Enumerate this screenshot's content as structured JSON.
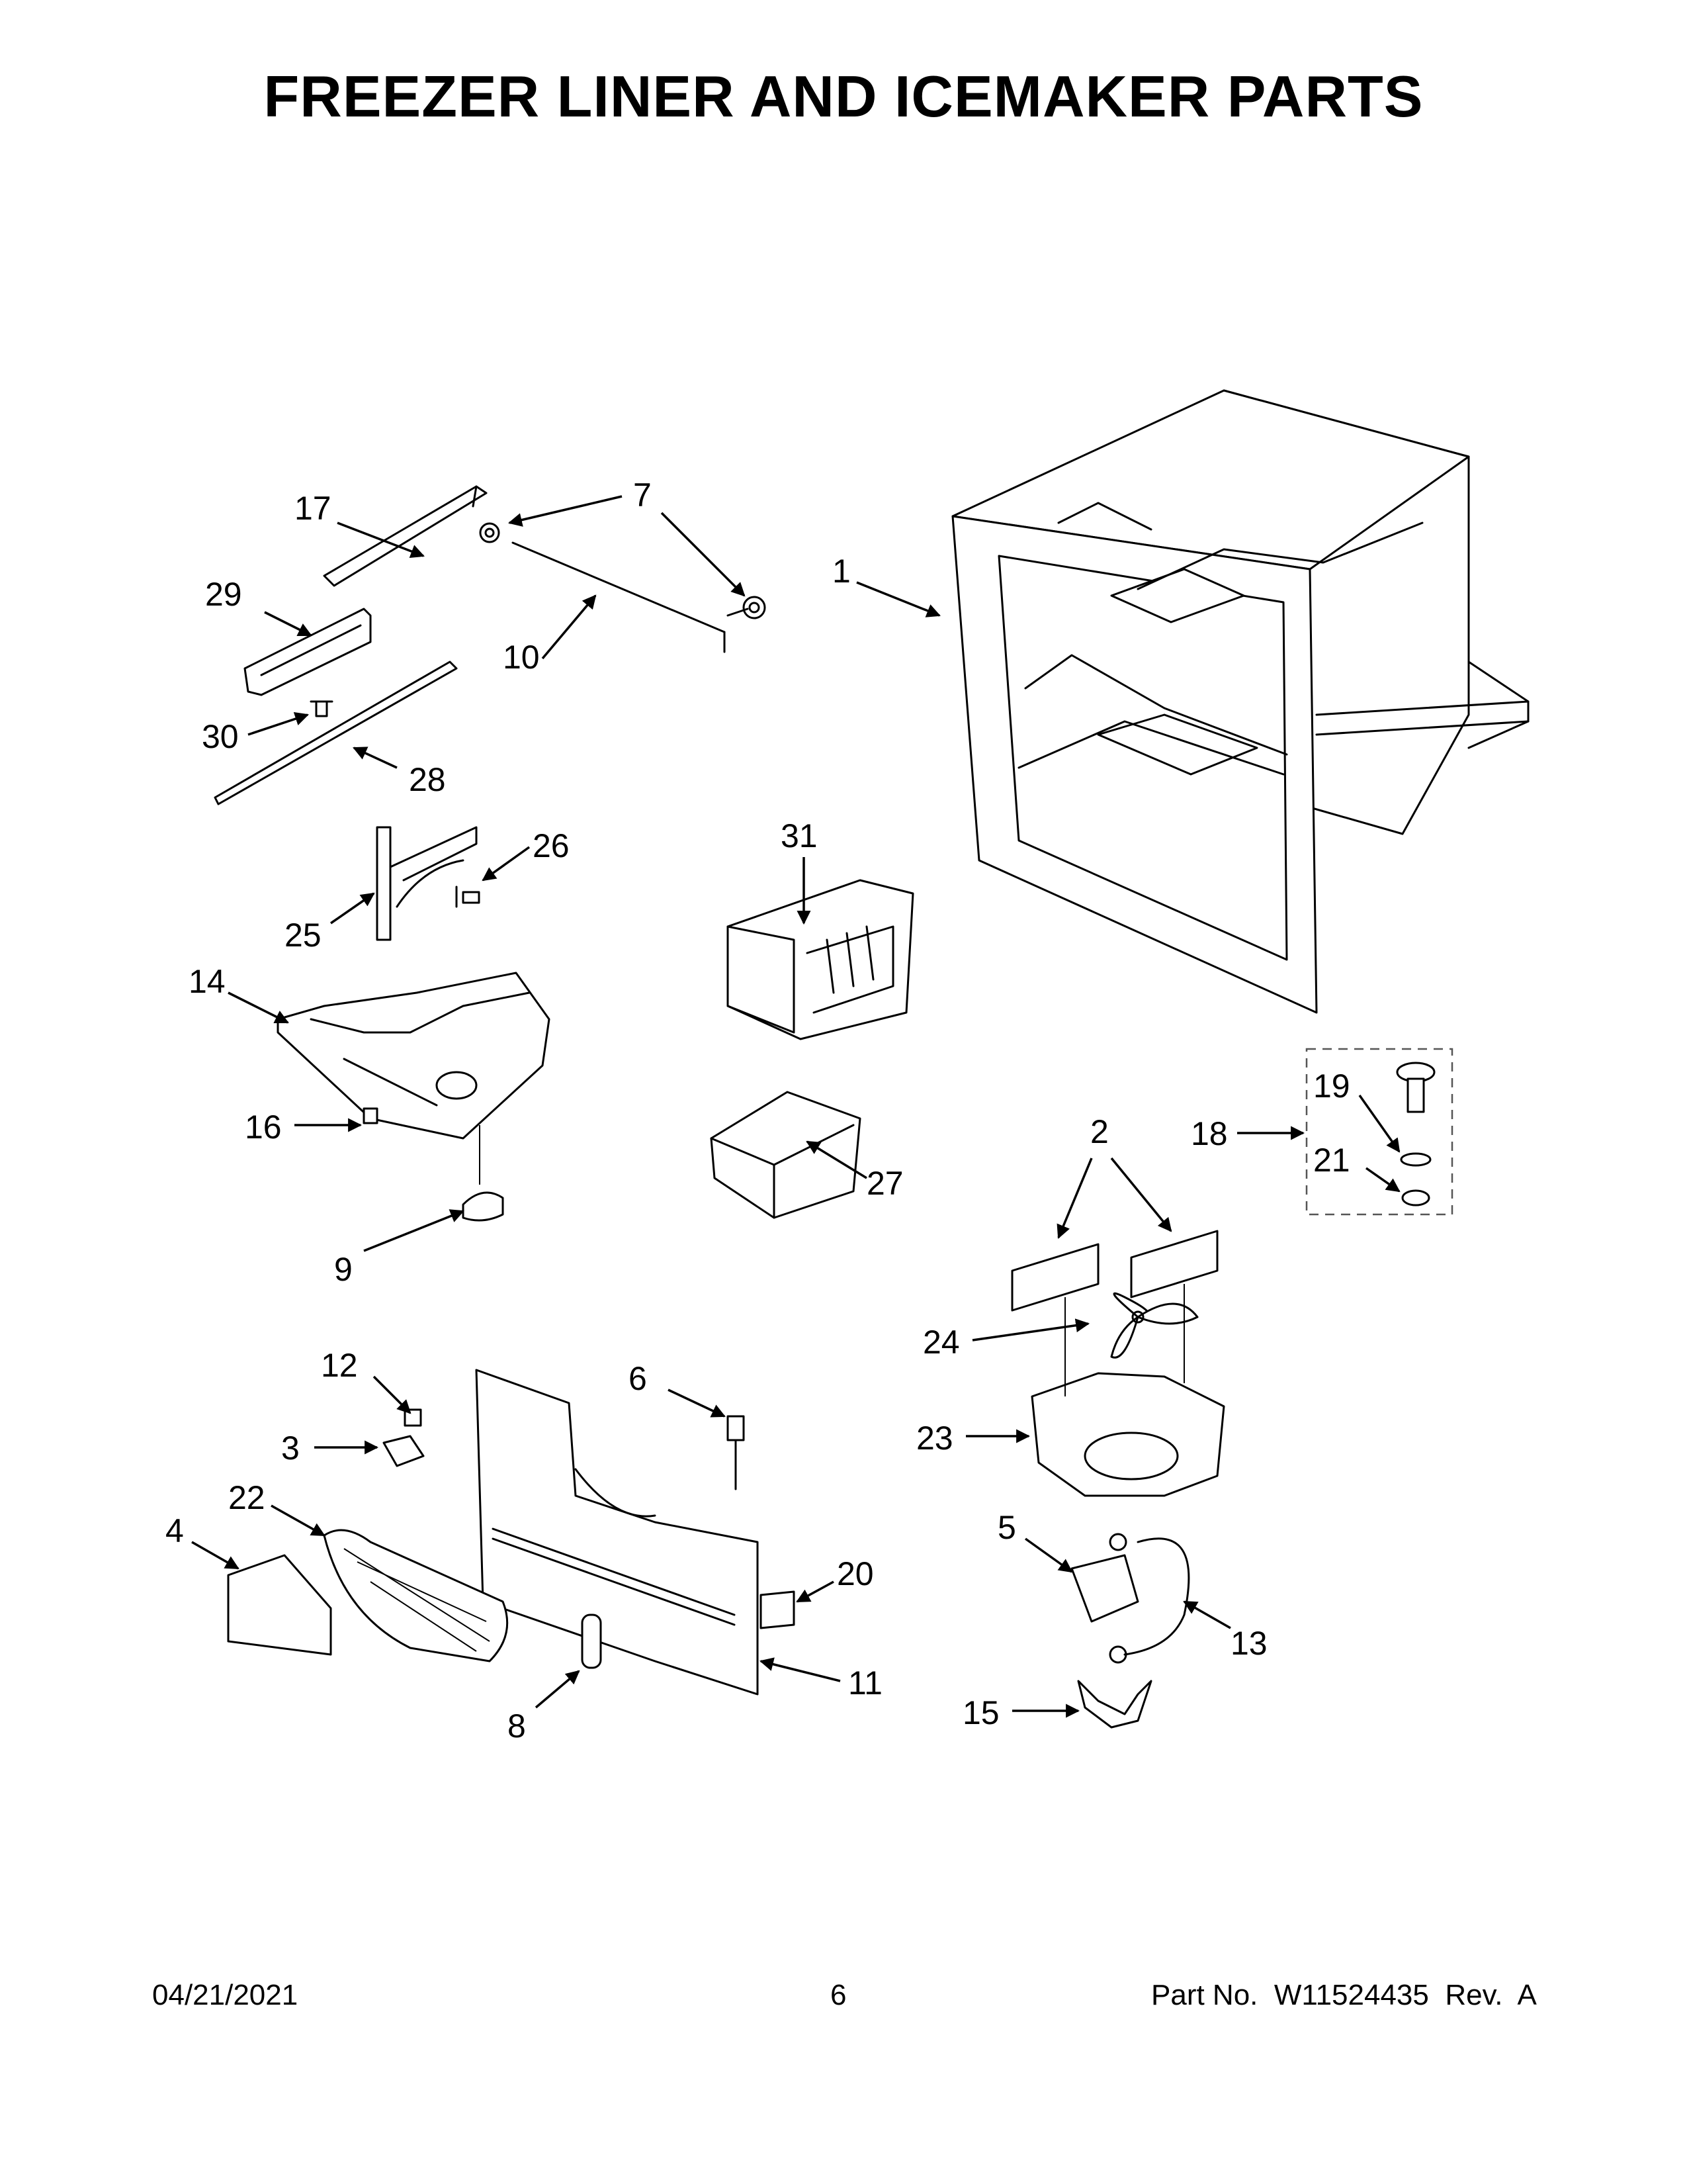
{
  "page": {
    "title": "FREEZER LINER AND ICEMAKER PARTS",
    "footer": {
      "date": "04/21/2021",
      "page_number": "6",
      "part_number": "Part No.  W11524435  Rev.  A"
    }
  },
  "callouts": [
    {
      "id": "c1",
      "label": "1"
    },
    {
      "id": "c2",
      "label": "2"
    },
    {
      "id": "c3",
      "label": "3"
    },
    {
      "id": "c4",
      "label": "4"
    },
    {
      "id": "c5",
      "label": "5"
    },
    {
      "id": "c6",
      "label": "6"
    },
    {
      "id": "c7",
      "label": "7"
    },
    {
      "id": "c8",
      "label": "8"
    },
    {
      "id": "c9",
      "label": "9"
    },
    {
      "id": "c10",
      "label": "10"
    },
    {
      "id": "c11",
      "label": "11"
    },
    {
      "id": "c12",
      "label": "12"
    },
    {
      "id": "c13",
      "label": "13"
    },
    {
      "id": "c14",
      "label": "14"
    },
    {
      "id": "c15",
      "label": "15"
    },
    {
      "id": "c16",
      "label": "16"
    },
    {
      "id": "c17",
      "label": "17"
    },
    {
      "id": "c18",
      "label": "18"
    },
    {
      "id": "c19",
      "label": "19"
    },
    {
      "id": "c20",
      "label": "20"
    },
    {
      "id": "c21",
      "label": "21"
    },
    {
      "id": "c22",
      "label": "22"
    },
    {
      "id": "c23",
      "label": "23"
    },
    {
      "id": "c24",
      "label": "24"
    },
    {
      "id": "c25",
      "label": "25"
    },
    {
      "id": "c26",
      "label": "26"
    },
    {
      "id": "c27",
      "label": "27"
    },
    {
      "id": "c28",
      "label": "28"
    },
    {
      "id": "c29",
      "label": "29"
    },
    {
      "id": "c30",
      "label": "30"
    },
    {
      "id": "c31",
      "label": "31"
    }
  ]
}
